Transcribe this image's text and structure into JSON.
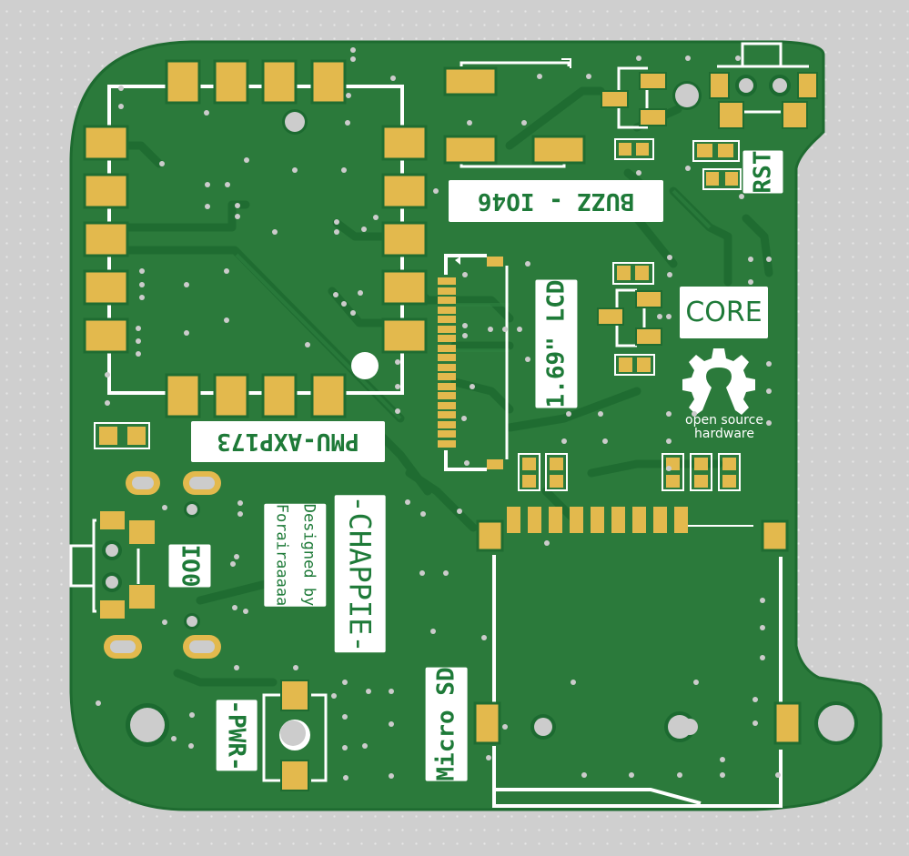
{
  "board": {
    "colors": {
      "background": "#cfcfcf",
      "soldermask": "#2b7a3b",
      "copper_dark": "#1c6a30",
      "pad": "#e3b94d",
      "silkscreen": "#ffffff",
      "hole": "#cccccc",
      "label_text": "#1e7a38"
    }
  },
  "labels": {
    "buzz": "BUZZ - IO46",
    "rst": "RST",
    "core": "CORE",
    "lcd": "1.69\" LCD",
    "pmu": "PMU-AXP173",
    "io0": "IO0",
    "designed_by_line1": "Designed by",
    "designed_by_line2": "Forairaaaaa",
    "chappie": "-CHAPPIE-",
    "pwr": "-PWR-",
    "micro_sd": "Micro SD"
  },
  "logo": {
    "icon": "open-source-hardware-gear-icon",
    "line1": "open source",
    "line2": "hardware"
  }
}
